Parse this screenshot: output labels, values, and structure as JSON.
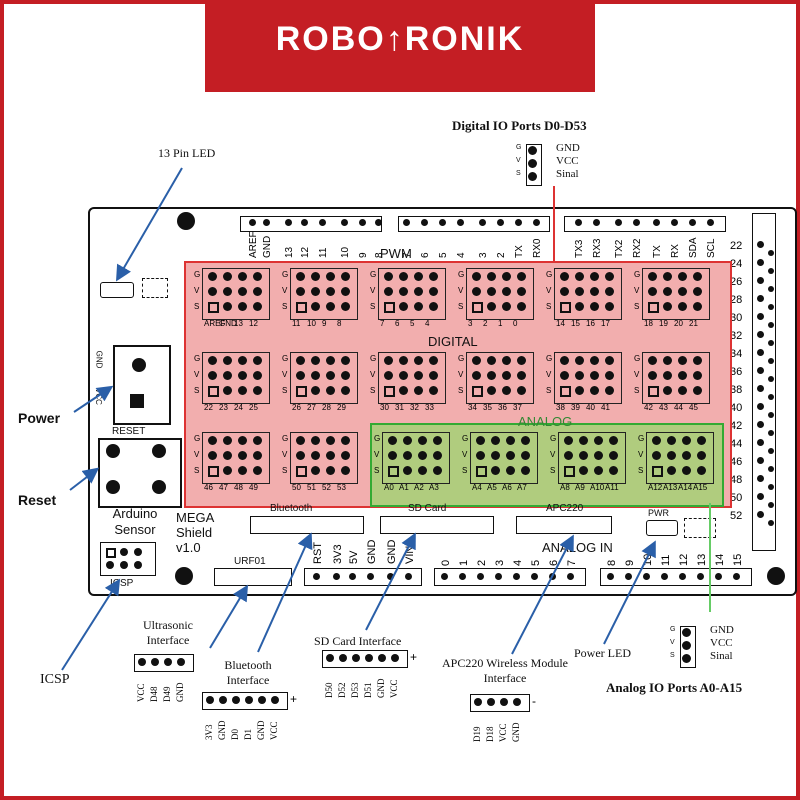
{
  "brand": {
    "name": "ROBO↑RONIK",
    "color": "#c41e24"
  },
  "callouts": {
    "digital_title": "Digital IO Ports D0-D53",
    "analog_title": "Analog IO Ports A0-A15",
    "led13": "13 Pin LED",
    "power": "Power",
    "reset": "Reset",
    "icsp": "ICSP",
    "ultrasonic": "Ultrasonic Interface",
    "bluetooth": "Bluetooth Interface",
    "sdcard": "SD Card Interface",
    "apc220": "APC220 Wireless Module Interface",
    "power_led": "Power LED"
  },
  "legend_pins": {
    "labels": [
      "G",
      "V",
      "S"
    ],
    "names": [
      "GND",
      "VCC",
      "Sinal"
    ]
  },
  "board": {
    "reset_label": "RESET",
    "arduino_sensor": "Arduino Sensor",
    "mega_shield": "MEGA Shield v1.0",
    "digital_label": "DIGITAL",
    "analog_label": "ANALOG",
    "pwm_label": "PWM",
    "analog_in_label": "ANALOG IN",
    "pwr_label": "PWR",
    "bluetooth_header": "Bluetooth",
    "sdcard_header": "SD Card",
    "apc220_header": "APC220",
    "urf01_header": "URF01",
    "icsp_label": "ICSP",
    "power_side_labels": [
      "GND",
      "VCC"
    ],
    "top_header_pins": [
      "AREF",
      "GND",
      "13",
      "12",
      "11",
      "10",
      "9",
      "8",
      "7",
      "6",
      "5",
      "4",
      "3",
      "2",
      "TX",
      "RX0",
      "TX3",
      "RX3",
      "TX2",
      "RX2",
      "TX",
      "RX",
      "SDA",
      "SCL"
    ],
    "right_header_pins": [
      "22",
      "24",
      "26",
      "28",
      "30",
      "32",
      "34",
      "36",
      "38",
      "40",
      "42",
      "44",
      "46",
      "48",
      "50",
      "52"
    ],
    "bottom_power_pins": [
      "RST",
      "3V3",
      "5V",
      "GND",
      "GND",
      "VIN"
    ],
    "analog_in_pins": [
      "0",
      "1",
      "2",
      "3",
      "4",
      "5",
      "6",
      "7",
      "8",
      "9",
      "10",
      "11",
      "12",
      "13",
      "14",
      "15"
    ],
    "digital_row1": [
      [
        "AREF",
        "GND",
        "13",
        "12"
      ],
      [
        "11",
        "10",
        "9",
        "8"
      ],
      [
        "7",
        "6",
        "5",
        "4"
      ],
      [
        "3",
        "2",
        "1",
        "0"
      ],
      [
        "14",
        "15",
        "16",
        "17"
      ],
      [
        "18",
        "19",
        "20",
        "21"
      ]
    ],
    "digital_row2": [
      [
        "22",
        "23",
        "24",
        "25"
      ],
      [
        "26",
        "27",
        "28",
        "29"
      ],
      [
        "30",
        "31",
        "32",
        "33"
      ],
      [
        "34",
        "35",
        "36",
        "37"
      ],
      [
        "38",
        "39",
        "40",
        "41"
      ],
      [
        "42",
        "43",
        "44",
        "45"
      ]
    ],
    "digital_row3": [
      [
        "46",
        "47",
        "48",
        "49"
      ],
      [
        "50",
        "51",
        "52",
        "53"
      ]
    ],
    "analog_groups": [
      [
        "A0",
        "A1",
        "A2",
        "A3"
      ],
      [
        "A4",
        "A5",
        "A6",
        "A7"
      ],
      [
        "A8",
        "A9",
        "A10",
        "A11"
      ],
      [
        "A12",
        "A13",
        "A14",
        "A15"
      ]
    ]
  },
  "interfaces": {
    "ultrasonic_pins": [
      "VCC",
      "D48",
      "D49",
      "GND"
    ],
    "bluetooth_pins": [
      "3V3",
      "GND",
      "D0",
      "D1",
      "GND",
      "VCC"
    ],
    "sdcard_pins": [
      "D50",
      "D52",
      "D53",
      "D51",
      "GND",
      "VCC"
    ],
    "apc220_pins": [
      "D19",
      "D18",
      "VCC",
      "GND"
    ]
  }
}
